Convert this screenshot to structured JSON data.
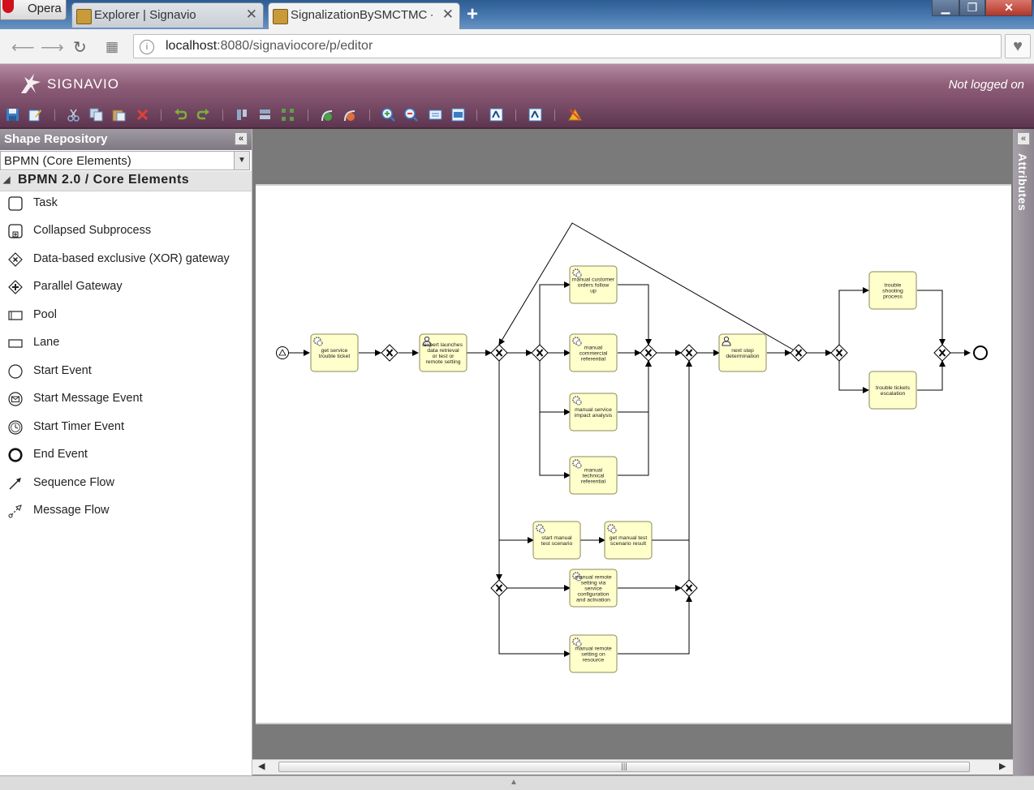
{
  "browser": {
    "menu_label": "Opera",
    "tabs": [
      {
        "label": "Explorer | Signavio",
        "active": false
      },
      {
        "label": "SignalizationBySMCTMC - ",
        "active": true
      }
    ],
    "new_tab_icon": "plus-icon",
    "window_controls": [
      "minimize-icon",
      "maximize-icon",
      "close-icon"
    ],
    "url": {
      "host": "localhost",
      "path": ":8080/signaviocore/p/editor"
    }
  },
  "app": {
    "brand": "SIGNAVIO",
    "login_status": "Not logged on",
    "accent_color": "#8d5d78"
  },
  "toolbar_icons": [
    "save-icon",
    "edit-properties-icon",
    "cut-icon",
    "copy-icon",
    "paste-icon",
    "delete-icon",
    "undo-icon",
    "redo-icon",
    "align-vertical-icon",
    "align-horizontal-icon",
    "group-icon",
    "add-docker-icon",
    "delete-docker-icon",
    "zoom-in-icon",
    "zoom-out-icon",
    "zoom-100-icon",
    "fit-page-icon",
    "layout-icon",
    "auto-layout-icon",
    "syntax-check-icon"
  ],
  "shape_repository": {
    "title": "Shape Repository",
    "stencil_set": "BPMN (Core Elements)",
    "group": "BPMN 2.0 / Core Elements",
    "items": [
      {
        "label": "Task",
        "icon": "task-icon"
      },
      {
        "label": "Collapsed Subprocess",
        "icon": "collapsed-subprocess-icon"
      },
      {
        "label": "Data-based exclusive (XOR) gateway",
        "icon": "xor-gateway-icon"
      },
      {
        "label": "Parallel Gateway",
        "icon": "parallel-gateway-icon"
      },
      {
        "label": "Pool",
        "icon": "pool-icon"
      },
      {
        "label": "Lane",
        "icon": "lane-icon"
      },
      {
        "label": "Start Event",
        "icon": "start-event-icon"
      },
      {
        "label": "Start Message Event",
        "icon": "start-message-event-icon"
      },
      {
        "label": "Start Timer Event",
        "icon": "start-timer-event-icon"
      },
      {
        "label": "End Event",
        "icon": "end-event-icon"
      },
      {
        "label": "Sequence Flow",
        "icon": "sequence-flow-icon"
      },
      {
        "label": "Message Flow",
        "icon": "message-flow-icon"
      }
    ]
  },
  "attributes_panel": {
    "label": "Attributes"
  },
  "diagram": {
    "task_fill": "#ffffcc",
    "tasks": {
      "t1": "get service trouble ticket",
      "t2": "expert launches data retrieval or test or remote setting",
      "t3": "manual customer orders follow up",
      "t4": "manual commercial referential",
      "t5": "manual service impact analysis",
      "t6": "manual technical referential",
      "t7": "start manual test scenario",
      "t8": "get manual test scenario result",
      "t9": "manual remote setting via service configuration and activation",
      "t10": "manual remote setting on resource",
      "t11": "next step determination",
      "t12": "trouble shooting process",
      "t13": "trouble tickets escalation"
    }
  }
}
